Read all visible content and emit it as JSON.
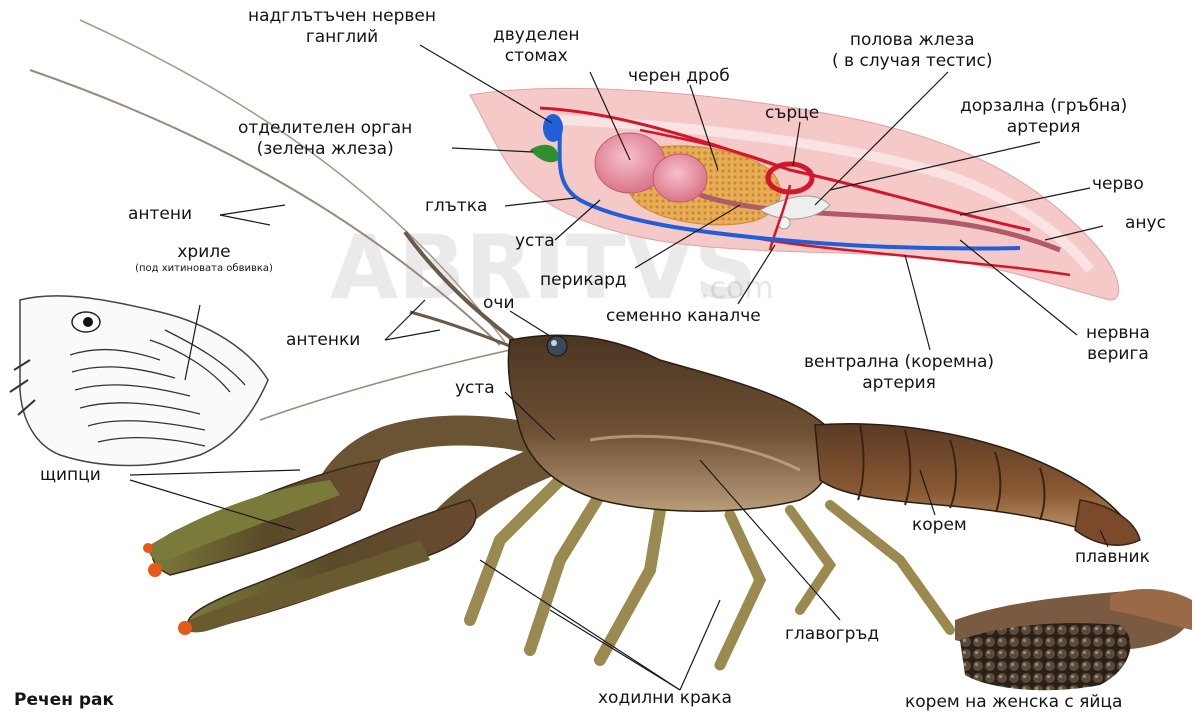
{
  "figure_title": "Речен рак",
  "watermark": {
    "text": "ABRITVS",
    "suffix": ".com"
  },
  "labels": {
    "supra_ganglion_1": "надглътъчен нервен",
    "supra_ganglion_2": "ганглий",
    "stomach_1": "двуделен",
    "stomach_2": "стомах",
    "liver": "черен дроб",
    "gonad_1": "полова жлеза",
    "gonad_2": "( в случая тестис)",
    "heart": "сърце",
    "dorsal_artery_1": "дорзална (гръбна)",
    "dorsal_artery_2": "артерия",
    "excretory_1": "отделителен орган",
    "excretory_2": "(зелена жлеза)",
    "gut": "черво",
    "pharynx": "глътка",
    "antennae": "антени",
    "anus": "анус",
    "mouth_top": "уста",
    "gills": "хриле",
    "gills_note": "(под хитиновата обвивка)",
    "pericardium": "перикард",
    "eyes": "очи",
    "seminal_duct": "семенно каналче",
    "nerve_chain_1": "нервна",
    "nerve_chain_2": "верига",
    "antennules": "антенки",
    "ventral_artery_1": "вентрална (коремна)",
    "ventral_artery_2": "артерия",
    "mouth_bottom": "уста",
    "claws": "щипци",
    "abdomen": "корем",
    "tail_fin": "плавник",
    "cephalothorax": "главогръд",
    "walking_legs": "ходилни крака",
    "female_abdomen": "корем на женска с яйца"
  },
  "colors": {
    "body_pink": "#f6c9c9",
    "artery_red": "#d3172a",
    "nerve_blue": "#1f5fd8",
    "liver_orange": "#e7a64b",
    "stomach_pink": "#e98d9f",
    "green_gland": "#2f8f2f",
    "crayfish_dark": "#3e2d1c",
    "crayfish_mid": "#7a5a3a",
    "belly_light": "#e8dcc2",
    "claw_tip": "#e35a1a"
  }
}
